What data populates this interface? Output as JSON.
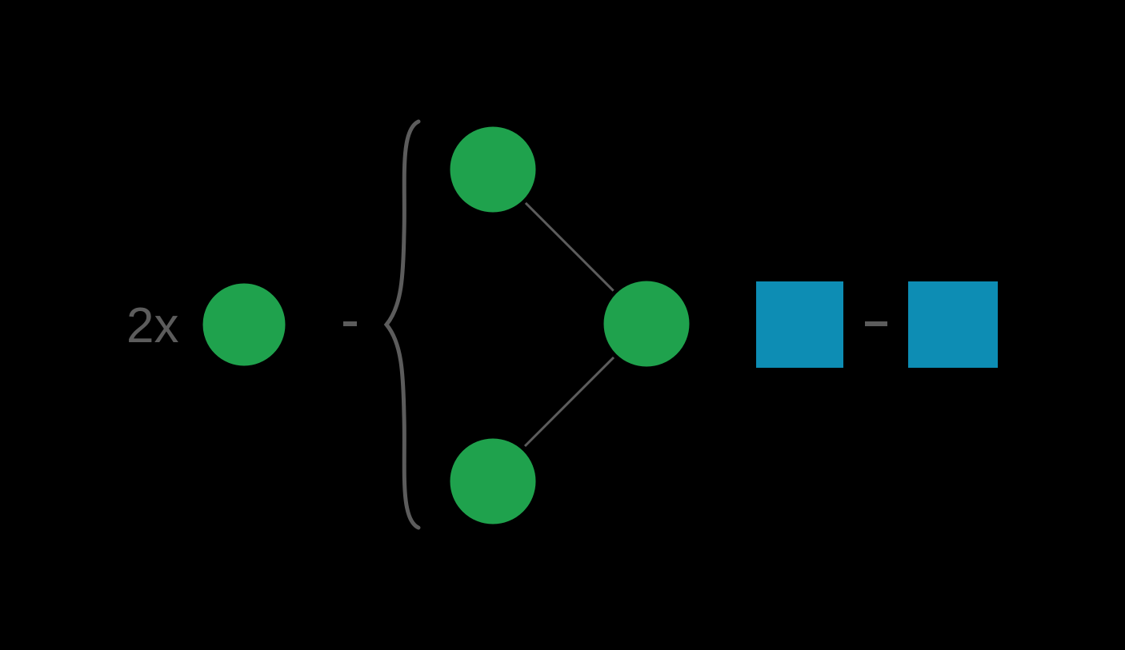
{
  "diagram": {
    "multiplier_label": "2x",
    "left_operator_dash": "-",
    "brace_symbol": "{",
    "squares_operator_dash": "-",
    "elements": {
      "template_node_count": 1,
      "subgraph_node_count": 3,
      "square_count": 2,
      "edge_count": 2
    },
    "nodes": [
      {
        "role": "template-node"
      },
      {
        "role": "subgraph-node-top"
      },
      {
        "role": "subgraph-node-middle"
      },
      {
        "role": "subgraph-node-bottom"
      }
    ],
    "colors": {
      "background": "#000000",
      "node_fill": "#1fa24d",
      "node_border": "#000000",
      "square_fill": "#0d8db4",
      "square_border": "#000000",
      "stroke": "#5c5c5c",
      "label_text": "#5c5c5c"
    }
  }
}
